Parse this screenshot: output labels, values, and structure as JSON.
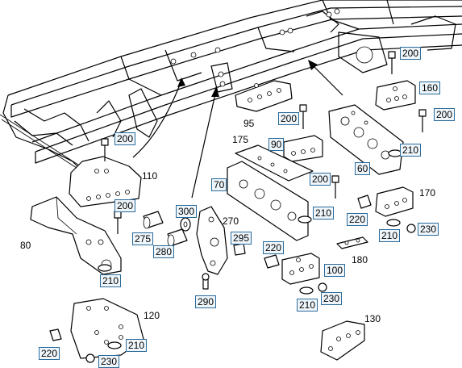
{
  "callouts": {
    "c200_a": "200",
    "c160": "160",
    "c200_b": "200",
    "c95": "95",
    "c200_c": "200",
    "c175": "175",
    "c90": "90",
    "c210_a": "210",
    "c60": "60",
    "c200_d": "200",
    "c110": "110",
    "c200_e": "200",
    "c70": "70",
    "c200_f": "200",
    "c210_b": "210",
    "c170": "170",
    "c300": "300",
    "c270": "270",
    "c220_a": "220",
    "c230_a": "230",
    "c210_c": "210",
    "c80": "80",
    "c275": "275",
    "c295": "295",
    "c280": "280",
    "c220_b": "220",
    "c180": "180",
    "c100": "100",
    "c210_d": "210",
    "c290": "290",
    "c210_e": "210",
    "c230_b": "230",
    "c120": "120",
    "c130": "130",
    "c220_c": "220",
    "c210_f": "210",
    "c230_c": "230"
  },
  "colors": {
    "line": "#000000",
    "label_border": "#2a6a9a",
    "label_fill": "#eef6fb"
  }
}
